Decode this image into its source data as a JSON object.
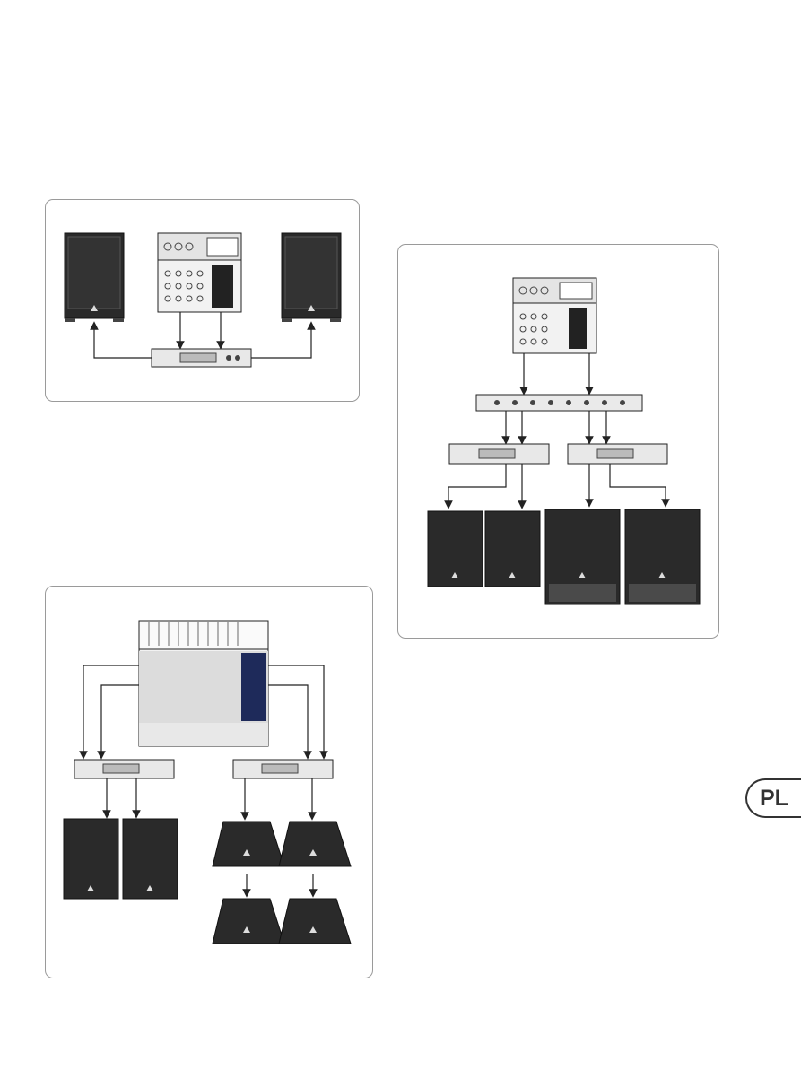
{
  "language_tab": {
    "label": "PL"
  },
  "colors": {
    "ink": "#222222",
    "speaker_fill": "#2a2a2a",
    "panel_border": "#9a9a9a"
  },
  "diagrams": [
    {
      "id": "panel-a",
      "devices": [
        "mixer",
        "amplifier",
        "speaker",
        "speaker"
      ]
    },
    {
      "id": "panel-b",
      "devices": [
        "mixer",
        "crossover",
        "amplifier",
        "amplifier",
        "speaker",
        "speaker",
        "subwoofer",
        "subwoofer"
      ]
    },
    {
      "id": "panel-c",
      "devices": [
        "mixer",
        "amplifier",
        "amplifier",
        "speaker",
        "speaker",
        "monitor",
        "monitor",
        "monitor",
        "monitor"
      ]
    }
  ]
}
